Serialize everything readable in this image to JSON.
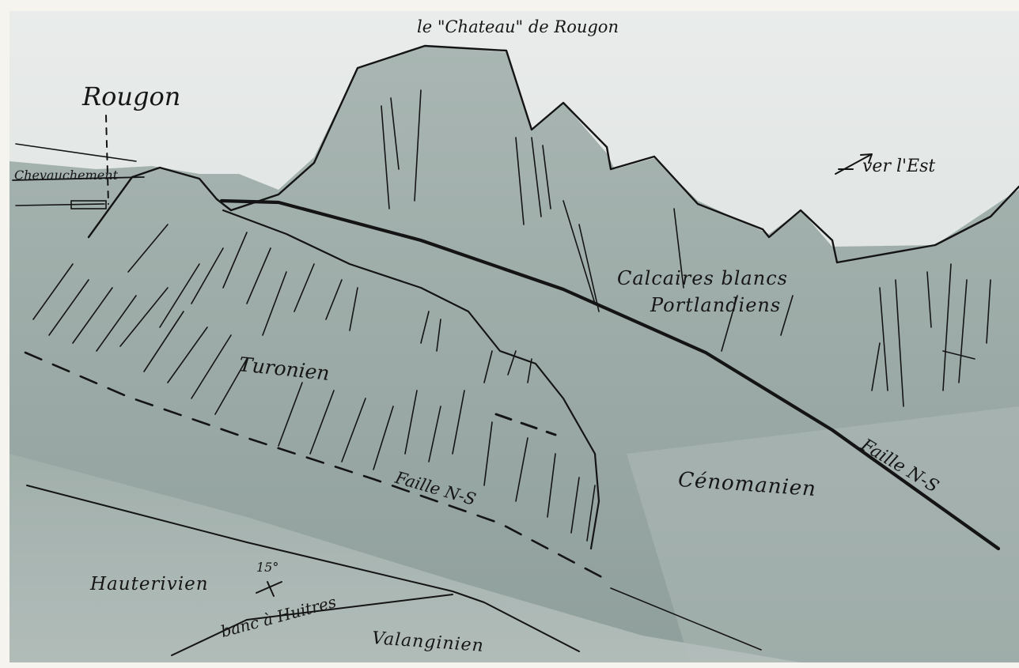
{
  "annotations": {
    "chateau": "le \"Chateau\" de Rougon",
    "rougon": "Rougon",
    "chevauchement": "Chevauchement",
    "vers_est": "ver l'Est",
    "calcaires": "Calcaires blancs",
    "portlandiens": "Portlandiens",
    "turonien": "Turonien",
    "cenomanien": "Cénomanien",
    "faille_1": "Faille N-S",
    "faille_2": "Faille N-S",
    "hauterivien": "Hauterivien",
    "dip": "15°",
    "banc": "banc à Huitres",
    "valanginien": "Valanginien"
  },
  "icons": {
    "arrow": "arrow-northeast-icon",
    "dip_symbol": "dip-strike-icon"
  },
  "colors": {
    "paper": "#f6f4ee",
    "sky": "#e6eae8",
    "rock": "#9aa9a5",
    "ink": "#141414"
  }
}
